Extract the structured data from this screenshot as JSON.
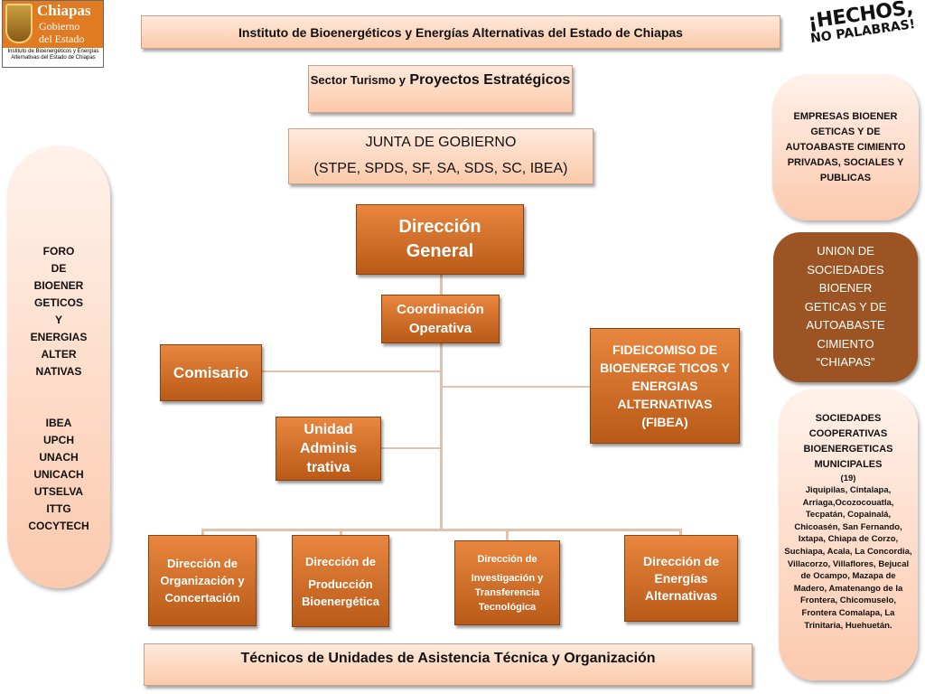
{
  "logo": {
    "title": "Chiapas",
    "line1": "Gobierno",
    "line2": "del Estado",
    "caption": "Instituto de Bioenergéticos y Energías Alternativas del Estado de Chiapas"
  },
  "slogan": {
    "line1": "¡HECHOS,",
    "line2": "NO PALABRAS!"
  },
  "header": {
    "title": "Instituto de Bioenergéticos y Energías Alternativas del Estado de Chiapas"
  },
  "sector": {
    "small": "Sector Turismo y",
    "big": "Proyectos Estratégicos"
  },
  "junta": {
    "title": "JUNTA DE GOBIERNO",
    "members": "(STPE, SPDS, SF, SA, SDS, SC, IBEA)"
  },
  "direccion_general": "Dirección General",
  "coordinacion": "Coordinación Operativa",
  "comisario": "Comisario",
  "fideicomiso": "FIDEICOMISO  DE BIOENERGE TICOS Y ENERGIAS ALTERNATIVAS (FIBEA)",
  "unidad": "Unidad Adminis trativa",
  "direcciones": {
    "organizacion": "Dirección de Organización y Concertación",
    "produccion_1": "Dirección de",
    "produccion_2": "Producción Bioenergética",
    "investigacion_1": "Dirección de",
    "investigacion_2": "Investigación y Transferencia Tecnológica",
    "energias": "Dirección de Energías Alternativas"
  },
  "footer": {
    "title": "Técnicos de Unidades de Asistencia Técnica y Organización"
  },
  "left_panel": {
    "foro": [
      "FORO",
      "DE",
      "BIOENER",
      "GETICOS",
      "Y",
      "ENERGIAS",
      "ALTER",
      "NATIVAS"
    ],
    "institutions": [
      "IBEA",
      "UPCH",
      "UNACH",
      "UNICACH",
      "UTSELVA",
      "ITTG",
      "COCYTECH"
    ]
  },
  "right_panel": {
    "empresas": "EMPRESAS BIOENER GETICAS Y DE AUTOABASTE CIMIENTO PRIVADAS, SOCIALES Y PUBLICAS",
    "union": "UNION DE SOCIEDADES BIOENER GETICAS Y DE AUTOABASTE CIMIENTO “CHIAPAS”",
    "sociedades_title": "SOCIEDADES COOPERATIVAS BIOENERGETICAS MUNICIPALES",
    "sociedades_count": "(19)",
    "sociedades_list": "Jiquipilas, Cintalapa, Arriaga,Ocozocouatla, Tecpatán, Copainalá, Chicoasén, San Fernando, Ixtapa, Chiapa de Corzo, Suchiapa, Acala, La Concordia, Villacorzo, Villaflores, Bejucal de Ocampo, Mazapa de Madero, Amatenango de la Frontera, Chicomuselo, Frontera Comalapa, La Trinitaria, Huehuetán."
  },
  "colors": {
    "orange": "#c96a26",
    "brown": "#9c5424",
    "peach": "#fbd3bb",
    "line": "#e2c1ad"
  }
}
